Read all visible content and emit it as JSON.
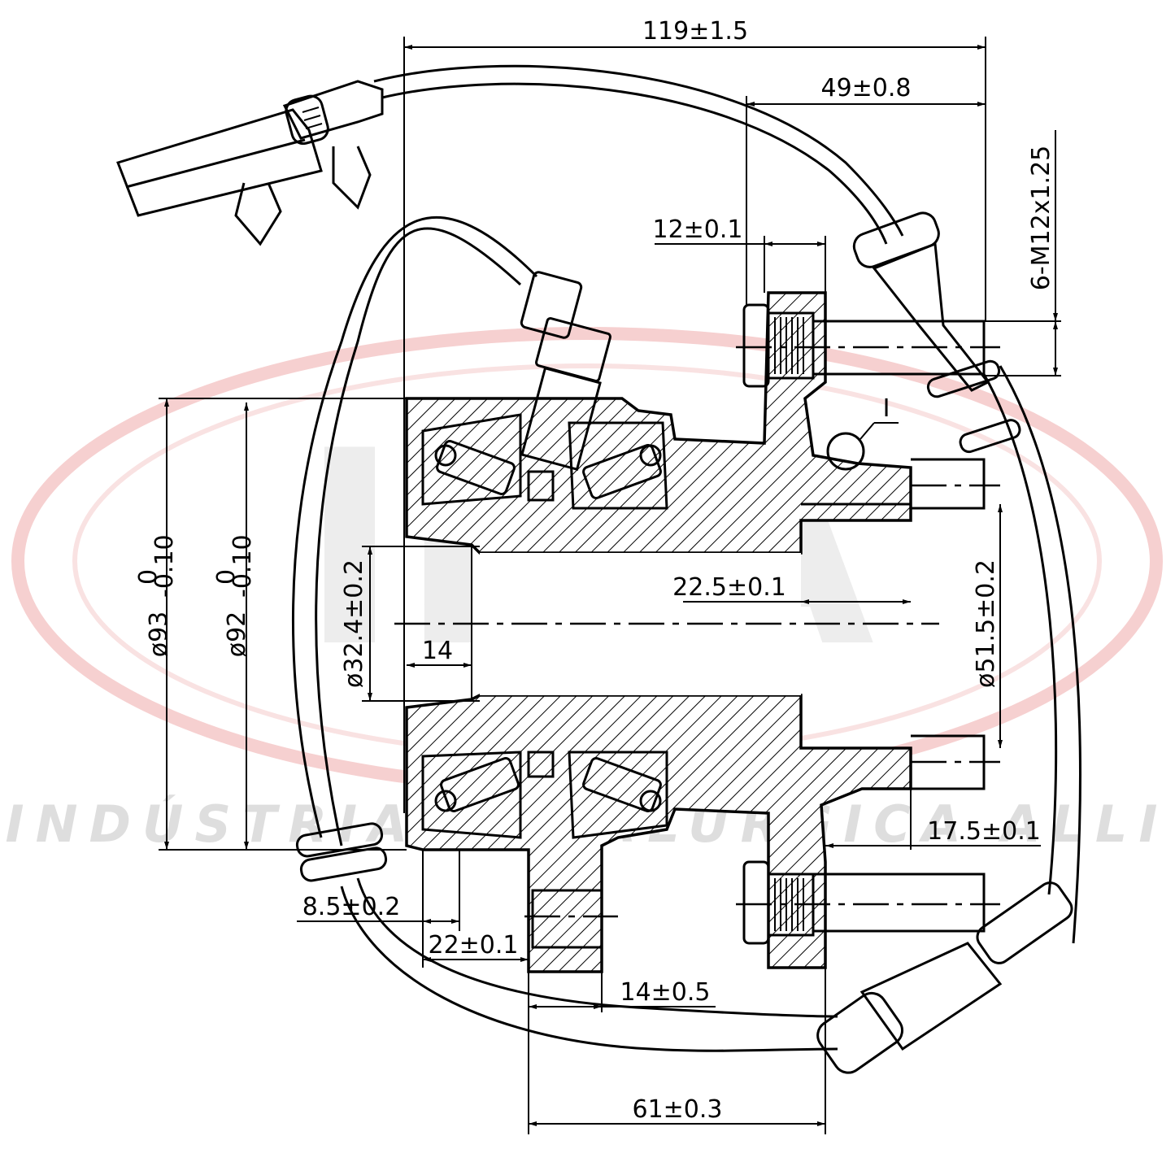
{
  "watermark": {
    "logo_text": "IMA",
    "company_text": "INDÚSTRIA METALÚRGICA ALLI",
    "colors": {
      "ring": "#f4c4c4",
      "text": "#dedede"
    }
  },
  "dimensions": {
    "overall_width": "119±1.5",
    "flange_offset": "49±0.8",
    "stud_thread": "6-M12x1.25",
    "flange_thickness": "12±0.1",
    "pilot_length": "22.5±0.1",
    "outer_diameter_1": "ø93",
    "outer_diameter_1_tol_upper": "0",
    "outer_diameter_1_tol_lower": "-0.10",
    "outer_diameter_2": "ø92",
    "outer_diameter_2_tol_upper": "0",
    "outer_diameter_2_tol_lower": "-0.10",
    "bore_diameter": "ø32.4±0.2",
    "spline_length": "14",
    "pilot_diameter": "ø51.5±0.2",
    "stud_protrusion": "17.5±0.1",
    "seal_offset": "8.5±0.2",
    "mount_offset": "22±0.1",
    "mount_flange_width": "14±0.5",
    "bearing_width": "61±0.3",
    "detail_marker": "I"
  }
}
